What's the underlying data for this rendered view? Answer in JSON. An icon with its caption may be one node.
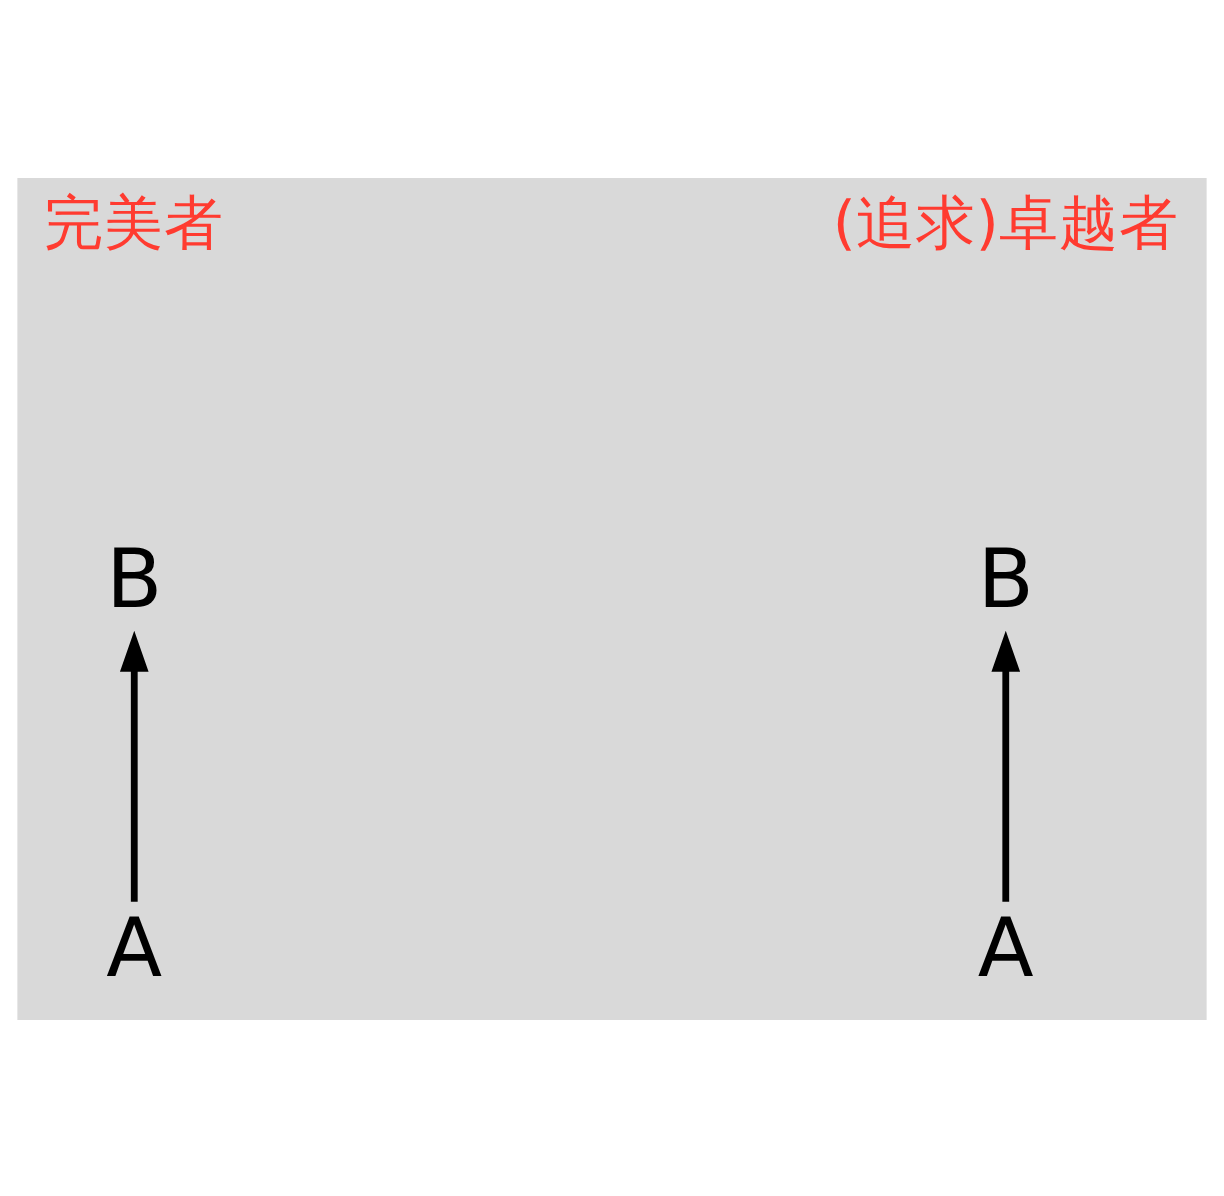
{
  "diagram": {
    "nodes": [
      {
        "text": [
          "A"
        ]
      },
      {
        "text": [
          "B"
        ]
      },
      {
        "text": [
          "A"
        ]
      },
      {
        "text": [
          "B"
        ]
      }
    ],
    "edges": [
      {
        "from": 0,
        "to": 1,
        "arrow": "to"
      },
      {
        "from": 2,
        "to": 3,
        "arrow": "to"
      }
    ],
    "labels": [
      "完美者",
      "(追求)卓越者"
    ]
  }
}
